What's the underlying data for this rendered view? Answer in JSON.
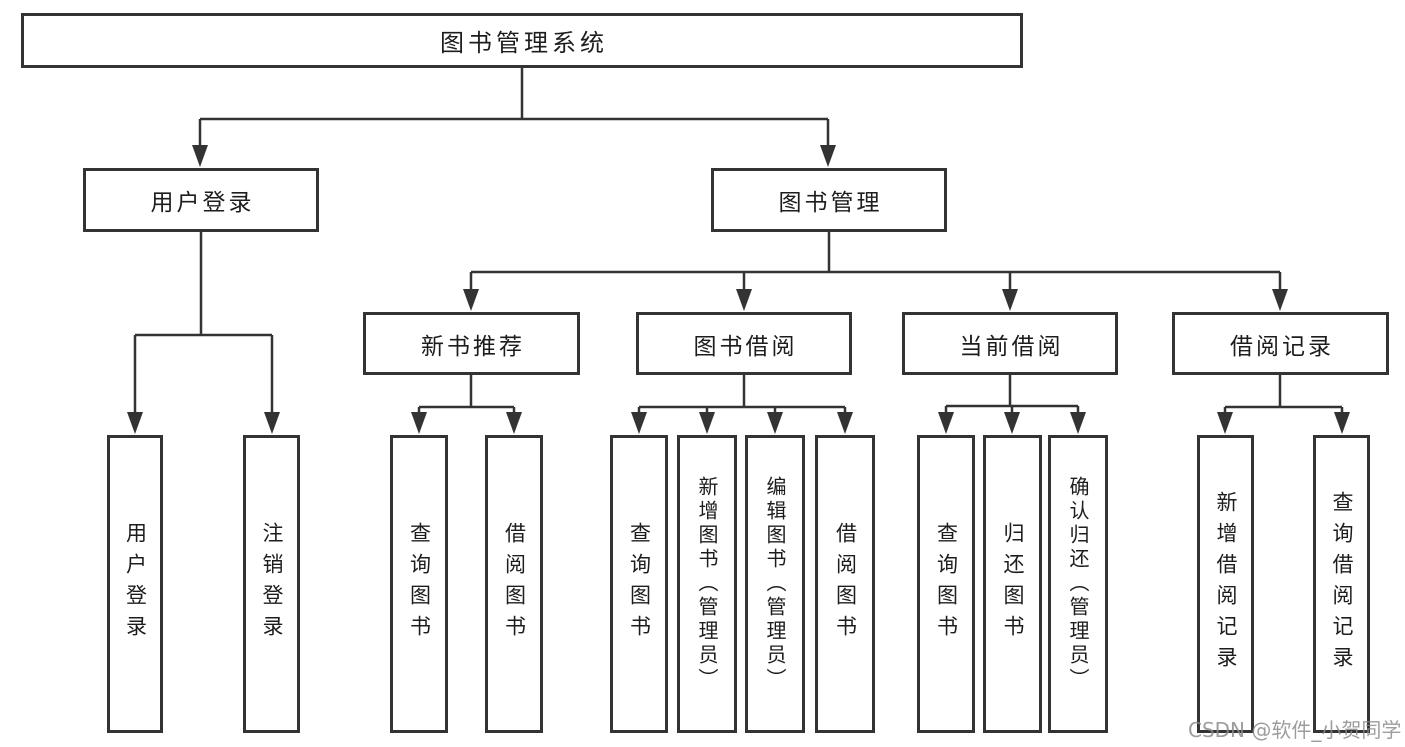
{
  "tree": {
    "root": {
      "label": "图书管理系统"
    },
    "branches": [
      {
        "label": "用户登录",
        "leaves": [
          "用户登录",
          "注销登录"
        ]
      },
      {
        "label": "图书管理",
        "groups": [
          {
            "label": "新书推荐",
            "leaves": [
              "查询图书",
              "借阅图书"
            ]
          },
          {
            "label": "图书借阅",
            "leaves": [
              "查询图书",
              "新增图书（管理员）",
              "编辑图书（管理员）",
              "借阅图书"
            ]
          },
          {
            "label": "当前借阅",
            "leaves": [
              "查询图书",
              "归还图书",
              "确认归还（管理员）"
            ]
          },
          {
            "label": "借阅记录",
            "leaves": [
              "新增借阅记录",
              "查询借阅记录"
            ]
          }
        ]
      }
    ]
  },
  "watermark": "CSDN @软件_小贺同学",
  "colors": {
    "line": "#333333",
    "text": "#1d1d1f",
    "watermark": "#8c8c8c",
    "background": "#ffffff"
  }
}
